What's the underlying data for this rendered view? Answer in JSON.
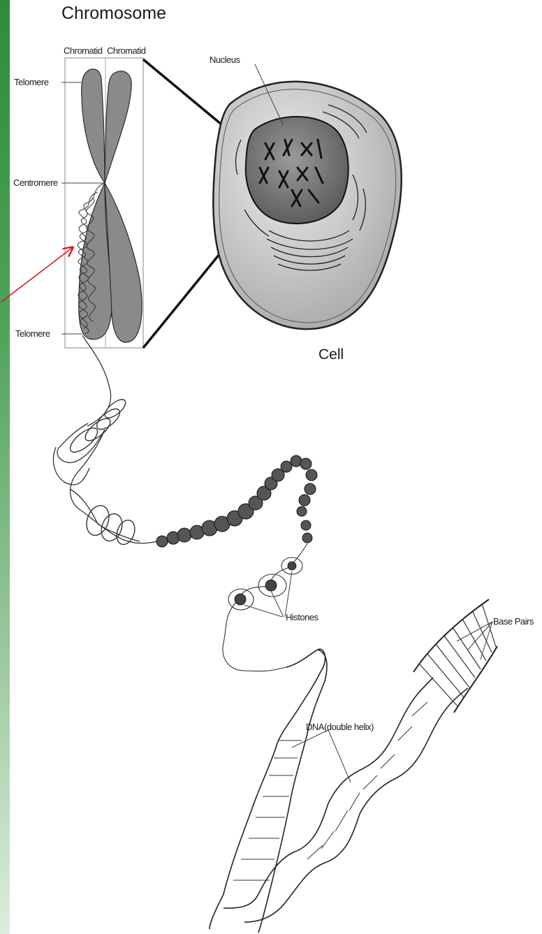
{
  "labels": {
    "chromosome": "Chromosome",
    "chromatid_left": "Chromatid",
    "chromatid_right": "Chromatid",
    "telomere_top": "Telomere",
    "centromere": "Centromere",
    "telomere_bottom": "Telomere",
    "nucleus": "Nucleus",
    "cell": "Cell",
    "histones": "Histones",
    "base_pairs": "Base Pairs",
    "dna": "DNA(double helix)"
  },
  "colors": {
    "sidebar_top": "#2e8b3e",
    "arrow": "#e01010",
    "chromosome_fill": "#8a8a8a",
    "nucleus_fill": "#6e6e6e"
  }
}
